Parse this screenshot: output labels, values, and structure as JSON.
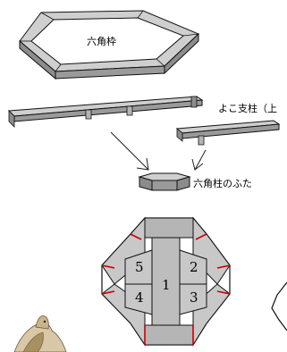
{
  "labels": {
    "hex_frame": "六角枠",
    "horizontal_post": "よこ支柱（上",
    "hex_post_lid": "六角柱のふた"
  },
  "plan_view": {
    "part_numbers": [
      "1",
      "2",
      "3",
      "4",
      "5"
    ]
  },
  "colors": {
    "part_fill": "#c8c8c8",
    "part_side": "#8c8c8c",
    "outline": "#111111",
    "joint_mark": "#cc0000"
  }
}
